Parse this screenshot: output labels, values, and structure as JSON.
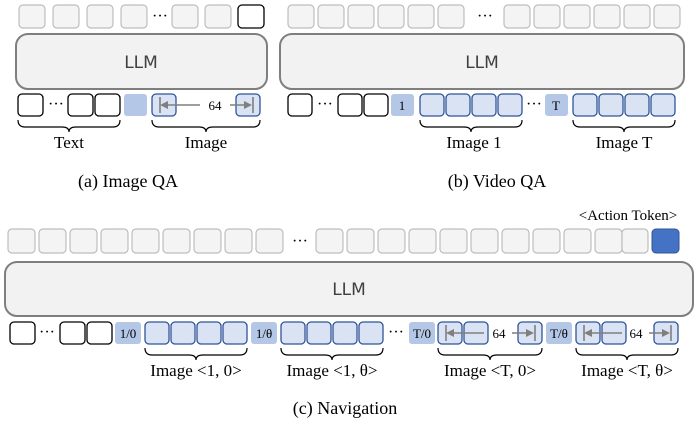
{
  "llm_label": "LLM",
  "ellipsis": "···",
  "arrow_number": "64",
  "panel_a": {
    "caption": "(a) Image QA",
    "text_label": "Text",
    "image_label": "Image"
  },
  "panel_b": {
    "caption": "(b) Video QA",
    "frame_start_marker": "1",
    "frame_end_marker": "T",
    "image_1_label": "Image 1",
    "image_T_label": "Image T"
  },
  "panel_c": {
    "caption": "(c) Navigation",
    "action_token_label": "<Action Token>",
    "markers": [
      "1/0",
      "1/θ",
      "T/0",
      "T/θ"
    ],
    "image_labels": [
      "Image <1, 0>",
      "Image <1, θ>",
      "Image <T, 0>",
      "Image <T, θ>"
    ]
  },
  "colors": {
    "gray_token_fill": "#f4f4f4",
    "blue_token_fill": "#dae3f3",
    "blue_token_border": "#2f5597",
    "marker_fill": "#b4c7e7",
    "action_token_fill": "#4472c4",
    "llm_fill": "#f2f2f2"
  }
}
